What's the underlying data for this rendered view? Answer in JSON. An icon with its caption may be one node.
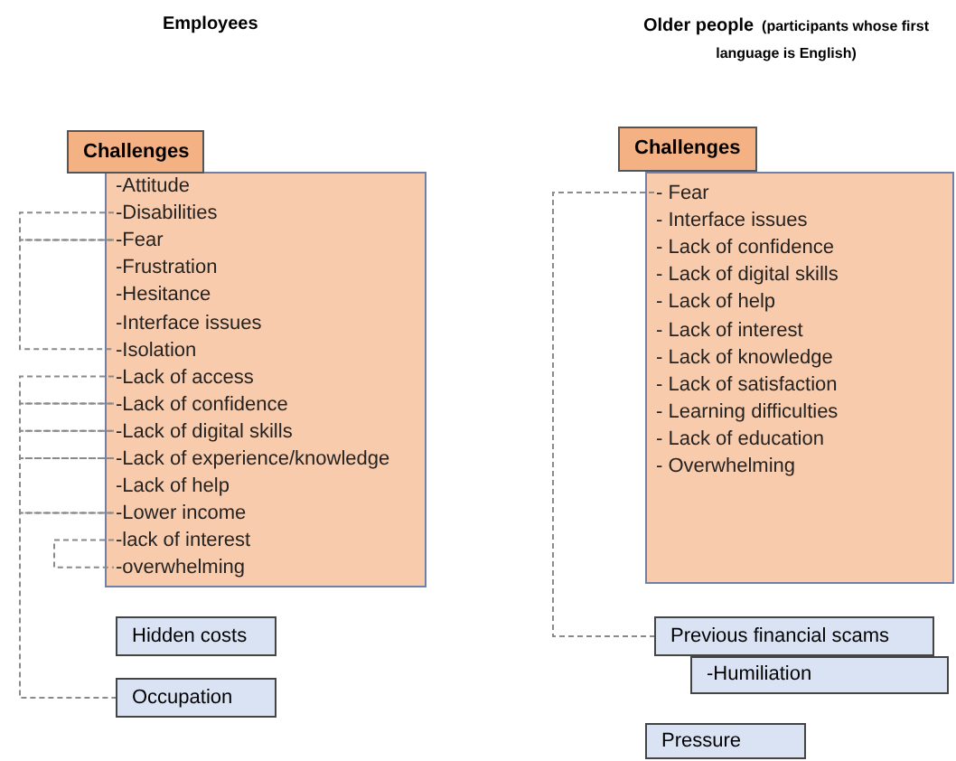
{
  "diagram": {
    "nodes": [
      {
        "text": [
          "Challenges"
        ]
      },
      {
        "text": [],
        "shape": "box"
      },
      {
        "text": [
          "-Attitude"
        ],
        "in": 1
      },
      {
        "text": [
          "-Disabilities"
        ],
        "in": 1
      },
      {
        "text": [
          "-Fear"
        ],
        "in": 1
      },
      {
        "text": [
          "-Frustration"
        ],
        "in": 1
      },
      {
        "text": [
          "-Hesitance"
        ],
        "in": 1
      },
      {
        "text": [
          "-Interface issues"
        ],
        "in": 1
      },
      {
        "text": [
          "-Isolation"
        ],
        "in": 1
      },
      {
        "text": [
          "-Lack of access"
        ],
        "in": 1
      },
      {
        "text": [
          "-Lack of confidence"
        ],
        "in": 1
      },
      {
        "text": [
          "-Lack of digital skills"
        ],
        "in": 1
      },
      {
        "text": [
          "-Lack of experience/knowledge"
        ],
        "in": 1
      },
      {
        "text": [
          "-Lack of help"
        ],
        "in": 1
      },
      {
        "text": [
          "-Lower income"
        ],
        "in": 1
      },
      {
        "text": [
          "-lack of interest"
        ],
        "in": 1
      },
      {
        "text": [
          "-overwhelming"
        ],
        "in": 1
      },
      {
        "text": [
          "Hidden costs"
        ]
      },
      {
        "text": [
          "Occupation"
        ]
      },
      {
        "text": [
          "Challenges"
        ]
      },
      {
        "text": [],
        "shape": "box"
      },
      {
        "text": [
          "- Fear"
        ],
        "in": 20
      },
      {
        "text": [
          "- Interface issues"
        ],
        "in": 20
      },
      {
        "text": [
          "- Lack of confidence"
        ],
        "in": 20
      },
      {
        "text": [
          "- Lack of digital skills"
        ],
        "in": 20
      },
      {
        "text": [
          "- Lack of help"
        ],
        "in": 20
      },
      {
        "text": [
          "- Lack of interest"
        ],
        "in": 20
      },
      {
        "text": [
          "- Lack of knowledge"
        ],
        "in": 20
      },
      {
        "text": [
          "- Lack of satisfaction"
        ],
        "in": 20
      },
      {
        "text": [
          "- Learning difficulties"
        ],
        "in": 20
      },
      {
        "text": [
          "- Lack of education"
        ],
        "in": 20
      },
      {
        "text": [
          "- Overwhelming"
        ],
        "in": 20
      },
      {
        "text": [
          "Previous financial scams"
        ]
      },
      {
        "text": [
          "-Humiliation"
        ]
      },
      {
        "text": [
          "Pressure"
        ]
      }
    ],
    "edges": [
      {
        "from": 3,
        "to": 4,
        "arrow": "none",
        "style": "dashed"
      },
      {
        "from": 4,
        "to": 8,
        "arrow": "none",
        "style": "dashed"
      },
      {
        "from": 9,
        "to": 10,
        "arrow": "none",
        "style": "dashed"
      },
      {
        "from": 10,
        "to": 11,
        "arrow": "none",
        "style": "dashed"
      },
      {
        "from": 11,
        "to": 12,
        "arrow": "none",
        "style": "dashed"
      },
      {
        "from": 12,
        "to": 14,
        "arrow": "none",
        "style": "dashed"
      },
      {
        "from": 14,
        "to": 18,
        "arrow": "none",
        "style": "dashed"
      },
      {
        "from": 15,
        "to": 16,
        "arrow": "none",
        "style": "dashed"
      },
      {
        "from": 21,
        "to": 32,
        "arrow": "none",
        "style": "dashed"
      }
    ],
    "labels": [
      "Employees",
      "Older people",
      "(participants whose first language is English)"
    ]
  }
}
